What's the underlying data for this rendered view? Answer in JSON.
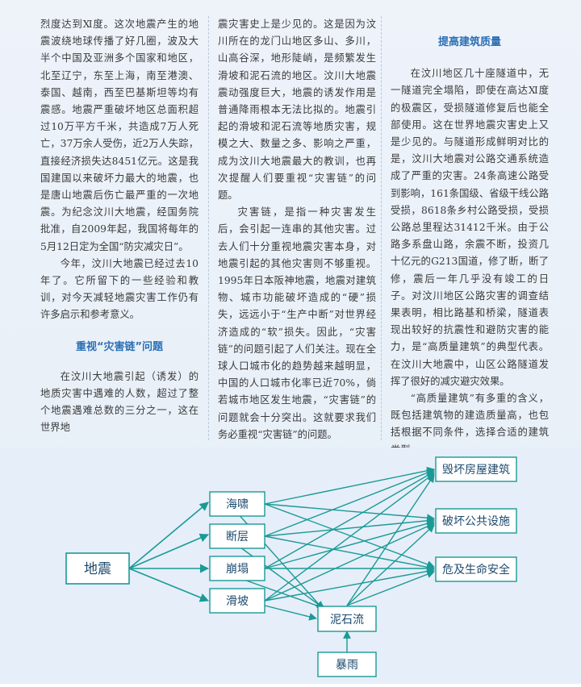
{
  "col1": {
    "p1": "烈度达到Ⅺ度。这次地震产生的地震波绕地球传播了好几圈，波及大半个中国及亚洲多个国家和地区，北至辽宁，东至上海，南至港澳、泰国、越南，西至巴基斯坦等均有震感。地震严重破坏地区总面积超过10万平方千米，共造成7万人死亡，37万余人受伤，近2万人失踪，直接经济损失达8451亿元。这是我国建国以来破坏力最大的地震，也是唐山地震后伤亡最严重的一次地震。为纪念汶川大地震，经国务院批准，自2009年起，我国将每年的5月12日定为全国“防灾减灾日”。",
    "p2": "今年，汶川大地震已经过去10年了。它所留下的一些经验和教训，对今天减轻地震灾害工作仍有许多启示和参考意义。",
    "heading": "重视“灾害链”问题",
    "p3": "在汶川大地震引起（诱发）的地质灾害中遇难的人数，超过了整个地震遇难总数的三分之一，这在世界地"
  },
  "col2": {
    "p1": "震灾害史上是少见的。这是因为汶川所在的龙门山地区多山、多川，山高谷深，地形陡峭，是频繁发生滑坡和泥石流的地区。汶川大地震震动强度巨大，地震的诱发作用是普通降雨根本无法比拟的。地震引起的滑坡和泥石流等地质灾害，规模之大、数量之多、影响之严重，成为汶川大地震最大的教训，也再次提醒人们要重视“灾害链”的问题。",
    "p2": "灾害链，是指一种灾害发生后，会引起一连串的其他灾害。过去人们十分重视地震灾害本身，对地震引起的其他灾害则不够重视。1995年日本阪神地震，地震对建筑物、城市功能破坏造成的“硬”损失，远远小于“生产中断”对世界经济造成的“软”损失。因此，“灾害链”的问题引起了人们关注。现在全球人口城市化的趋势越来越明显，中国的人口城市化率已近70%，倘若城市地区发生地震，“灾害链”的问题就会十分突出。这就要求我们务必重视“灾害链”的问题。"
  },
  "col3": {
    "heading": "提高建筑质量",
    "p1": "在汶川地区几十座隧道中，无一隧道完全塌陷，即使在高达Ⅺ度的极震区，受损隧道修复后也能全部使用。这在世界地震灾害史上又是少见的。与隧道形成鲜明对比的是，汶川大地震对公路交通系统造成了严重的灾害。24条高速公路受到影响，161条国级、省级干线公路受损，8618条乡村公路受损，受损公路总里程达31412千米。由于公路多系盘山路，余震不断，投资几十亿元的G213国道，修了断，断了修，震后一年几乎没有竣工的日子。对汶川地区公路灾害的调查结果表明，相比路基和桥梁，隧道表现出较好的抗震性和避防灾害的能力，是“高质量建筑”的典型代表。在汶川大地震中，山区公路隧道发挥了很好的减灾避灾效果。",
    "p2": "“高质量建筑”有多重的含义，既包括建筑物的建造质量高，也包括根据不同条件，选择合适的建筑类型。"
  },
  "diagram": {
    "source": "地震",
    "middle": [
      "海啸",
      "断层",
      "崩塌",
      "滑坡"
    ],
    "debris": "泥石流",
    "rain": "暴雨",
    "outcomes": [
      "毁坏房屋建筑",
      "破坏公共设施",
      "危及生命安全"
    ],
    "colors": {
      "box_border": "#1a9a95",
      "box_fill": "#ffffff",
      "arrow": "#1a9a95",
      "box_text": "#1d4a6e"
    }
  }
}
